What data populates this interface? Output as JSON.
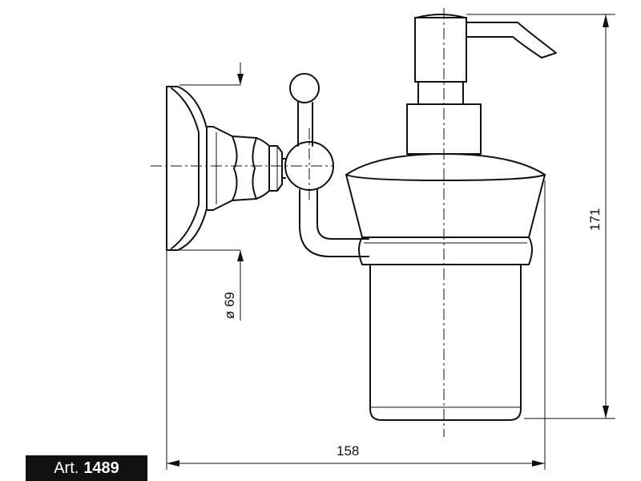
{
  "article": {
    "prefix": "Art.",
    "number": "1489"
  },
  "dimensions": {
    "width": "158",
    "height": "171",
    "diameter": "ø 69"
  }
}
